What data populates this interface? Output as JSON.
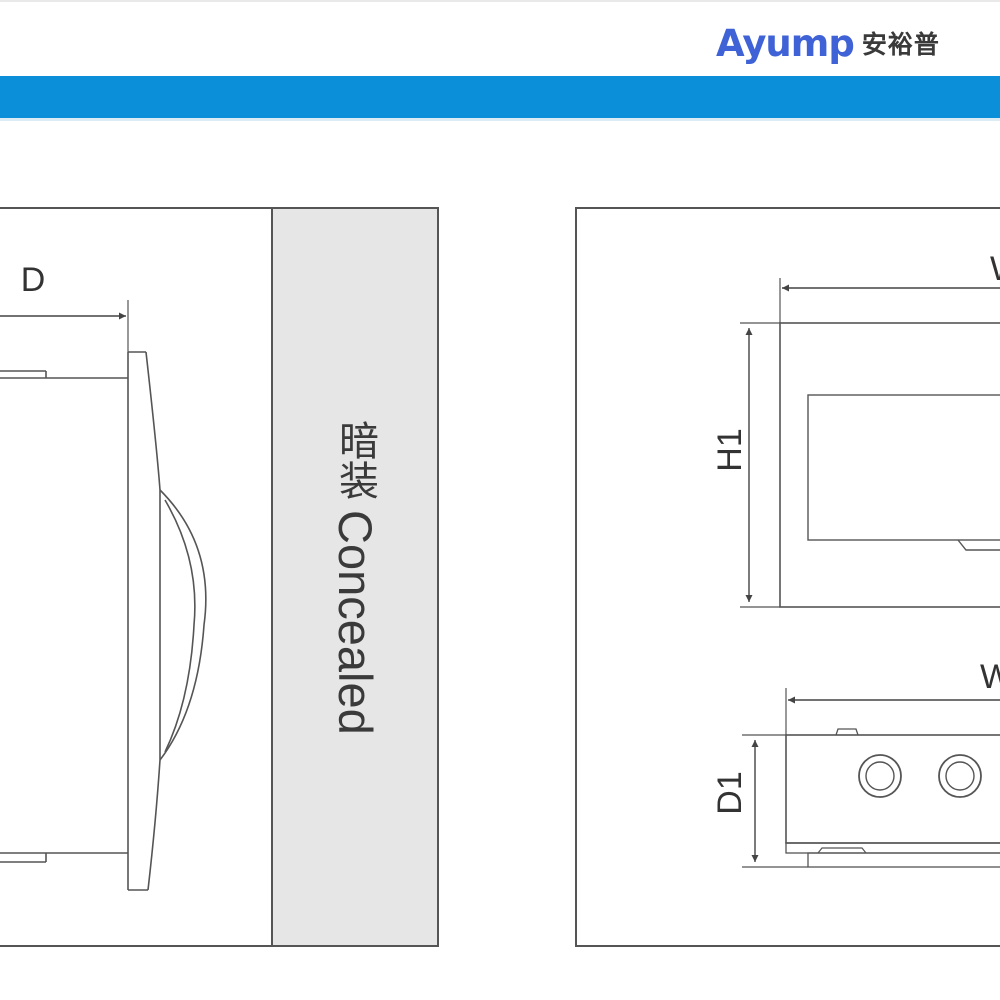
{
  "brand": {
    "latin": "Ayump",
    "cjk": "安裕普",
    "latin_color": "#3f63d6",
    "cjk_color": "#3a3a3a"
  },
  "header": {
    "band_color": "#0a8fd8"
  },
  "left_panel": {
    "dimension_label": "D",
    "mount_label_cjk": "暗装",
    "mount_label_en": "Concealed"
  },
  "right_panel": {
    "top_view": {
      "width_label": "W",
      "height_label": "H1"
    },
    "bottom_view": {
      "width_label": "W",
      "depth_label": "D1"
    }
  },
  "colors": {
    "line": "#555555",
    "label_panel": "#e6e6e6"
  }
}
